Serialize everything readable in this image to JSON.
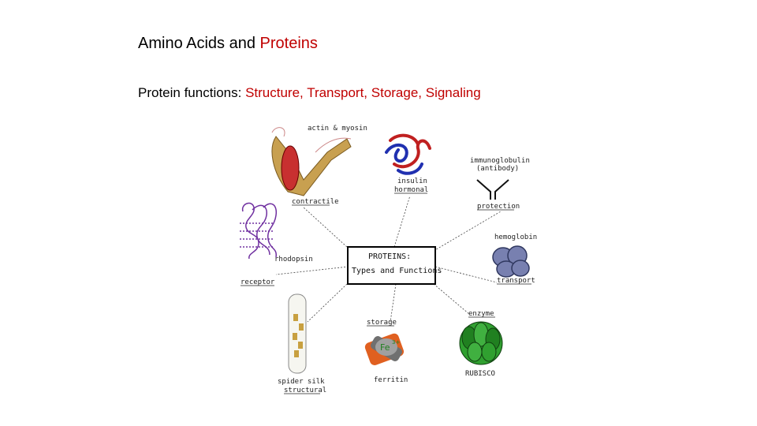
{
  "title": {
    "prefix": "Amino Acids and ",
    "highlight": "Proteins"
  },
  "subtitle": {
    "prefix": "Protein functions: ",
    "highlight": "Structure, Transport, Storage, Signaling"
  },
  "diagram": {
    "center": {
      "line1": "PROTEINS:",
      "line2": "Types and Functions"
    },
    "labels": {
      "actin": "actin & myosin",
      "contractile": "contractile",
      "insulin": "insulin",
      "hormonal": "hormonal",
      "immuno1": "immunoglobulin",
      "immuno2": "(antibody)",
      "protection": "protection",
      "hemoglobin": "hemoglobin",
      "transport": "transport",
      "rhodopsin": "rhodopsin",
      "receptor": "receptor",
      "storage": "storage",
      "ferritin": "ferritin",
      "fe": "Fe",
      "fe_sup": "3+",
      "enzyme": "enzyme",
      "rubisco": "RUBISCO",
      "silk": "spider silk",
      "structural": "structural"
    }
  },
  "colors": {
    "highlight": "#c00000"
  }
}
